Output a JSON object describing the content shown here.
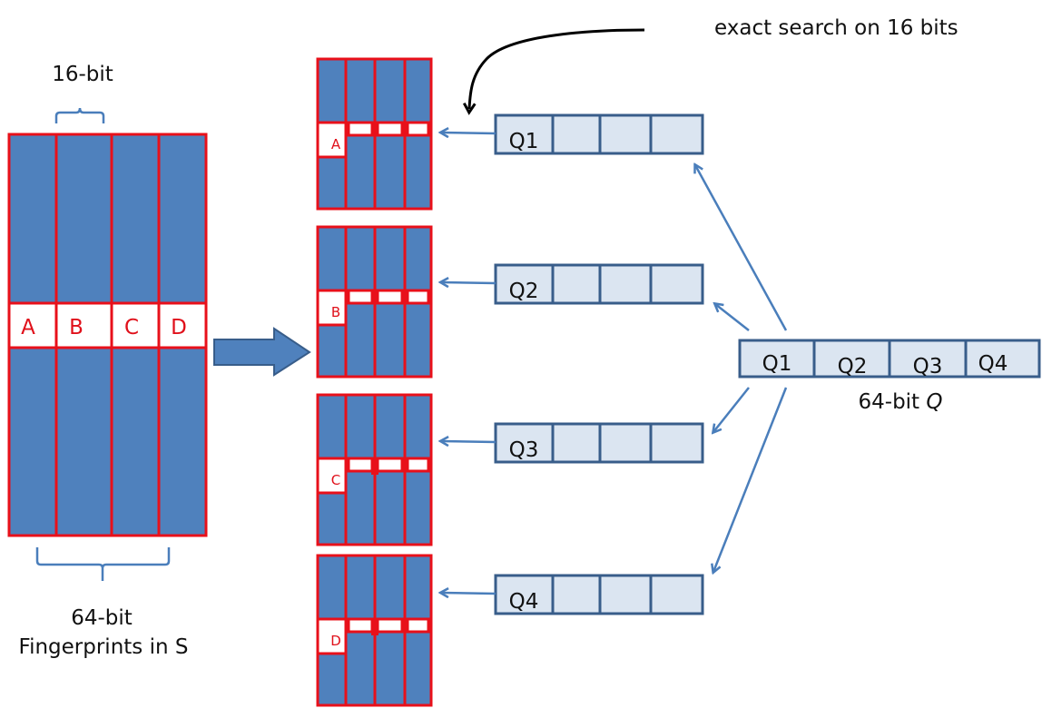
{
  "colors": {
    "cell_fill": "#4f81bd",
    "cell_border": "#e8101a",
    "highlight_fill": "#ffffff",
    "query_fill": "#dbe5f1",
    "query_border": "#385d8a",
    "arrow": "#4a7ebb",
    "callout_arrow": "#000000"
  },
  "fingerprint_table": {
    "width_label": "16-bit",
    "segments": [
      "A",
      "B",
      "C",
      "D"
    ],
    "caption_line1": "64-bit",
    "caption_line2": "Fingerprints in S"
  },
  "permuted_tables": [
    {
      "key": "A"
    },
    {
      "key": "B"
    },
    {
      "key": "C"
    },
    {
      "key": "D"
    }
  ],
  "query_blocks": [
    {
      "label": "Q1"
    },
    {
      "label": "Q2"
    },
    {
      "label": "Q3"
    },
    {
      "label": "Q4"
    }
  ],
  "full_query": {
    "segments": [
      "Q1",
      "Q2",
      "Q3",
      "Q4"
    ],
    "caption_prefix": "64-bit ",
    "caption_var": "Q"
  },
  "callout": {
    "text": "exact search on 16 bits"
  }
}
